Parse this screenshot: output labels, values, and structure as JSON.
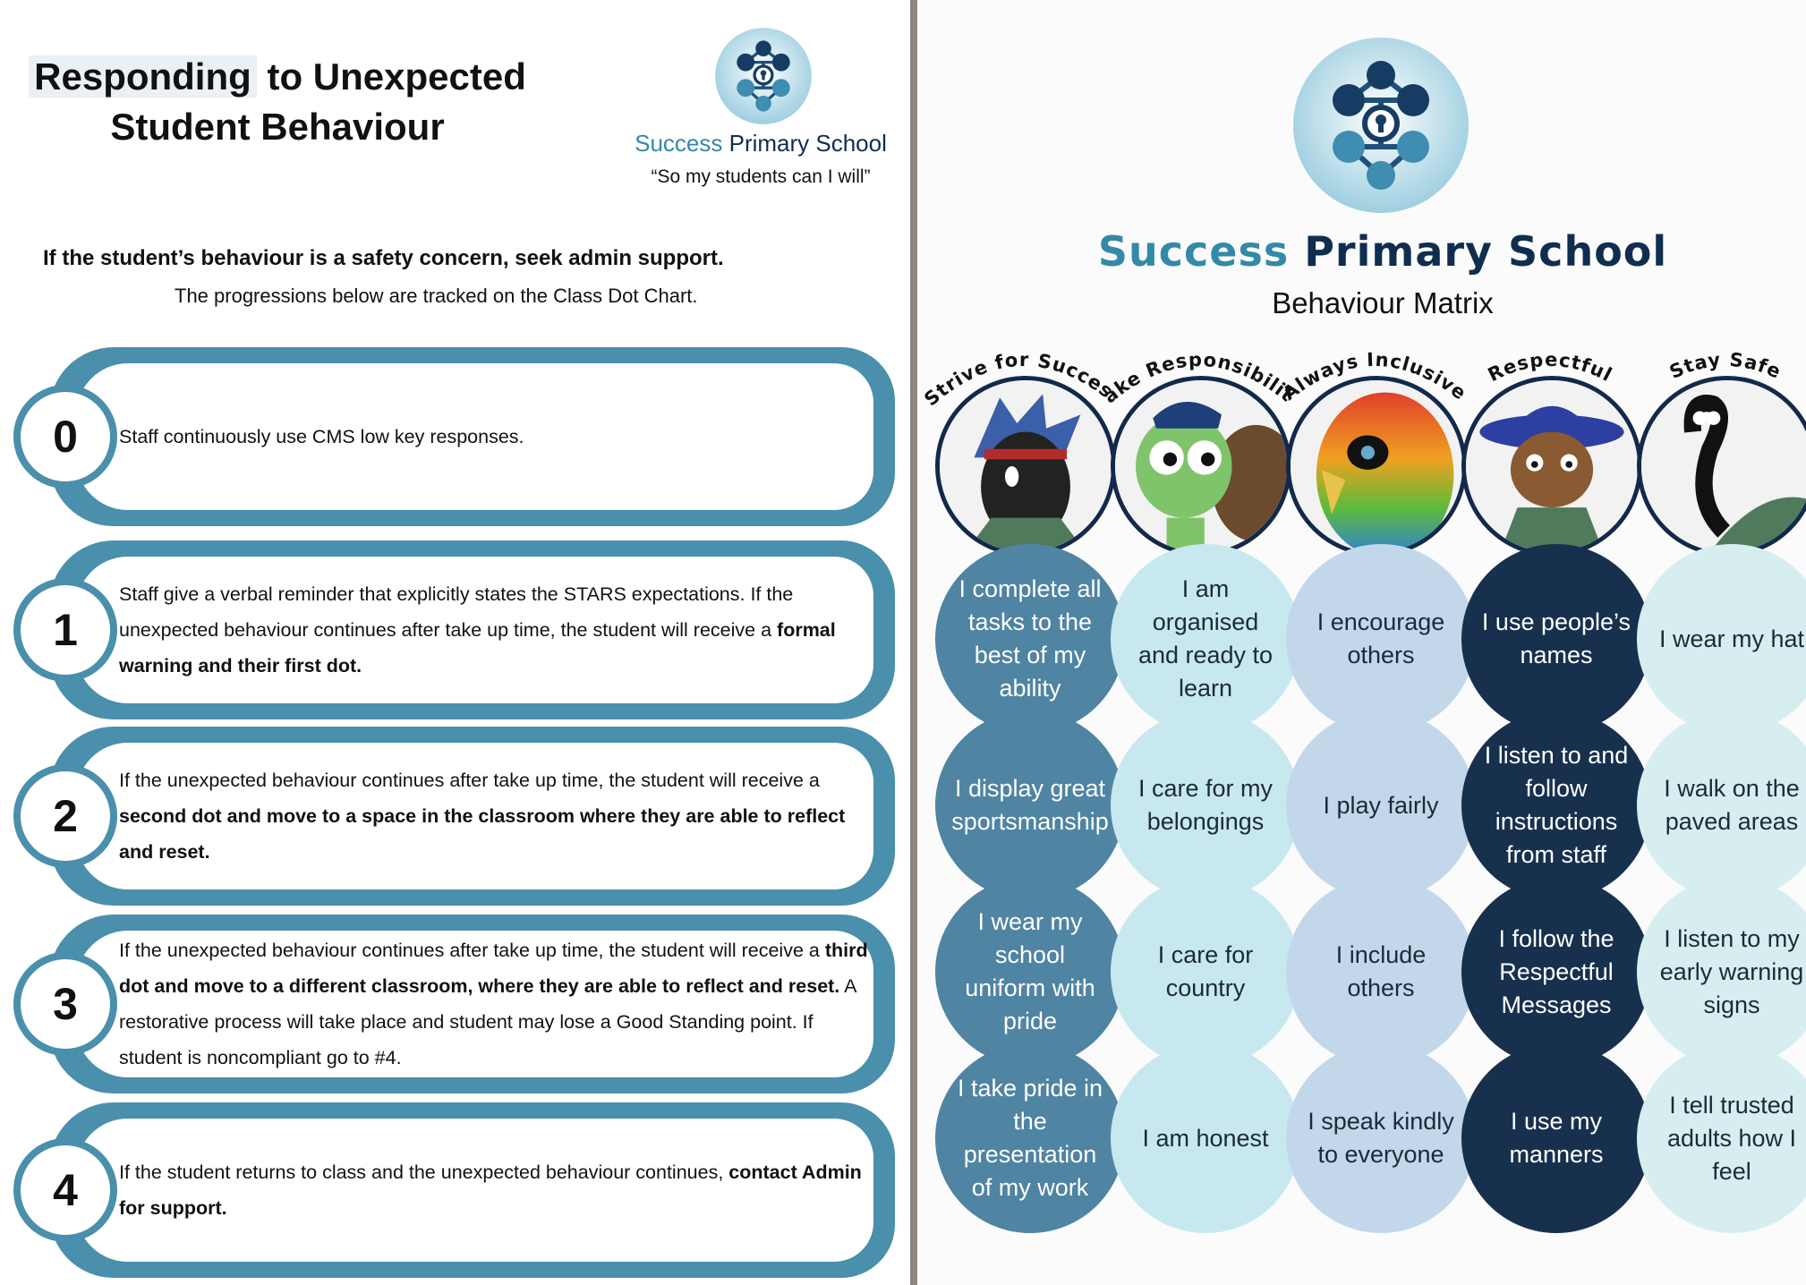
{
  "left": {
    "title_highlight": "Responding",
    "title_rest_line1": " to Unexpected",
    "title_line2": "Student Behaviour",
    "school_name_accent": "Success",
    "school_name_rest": " Primary School",
    "motto": "“So my students can I will”",
    "safety_note": "If the student’s behaviour is a safety concern, seek admin support.",
    "tracked_note": "The progressions below are tracked on the Class Dot Chart.",
    "steps": [
      {
        "number": "0",
        "text": "Staff continuously use CMS low key responses.",
        "bold": "",
        "after": ""
      },
      {
        "number": "1",
        "text": "Staff give a verbal reminder that explicitly states the STARS expectations. If the unexpected behaviour continues after take up time, the student will receive a ",
        "bold": "formal warning and their first dot.",
        "after": ""
      },
      {
        "number": "2",
        "text": "If the unexpected behaviour continues after take up time, the student will receive a ",
        "bold": "second dot and move to a space in the classroom where they are able to reflect and reset.",
        "after": ""
      },
      {
        "number": "3",
        "text": "If the unexpected behaviour continues after take up time, the student will receive a ",
        "bold": "third dot and move to a different classroom, where they are able to reflect and reset.",
        "after": " A restorative process will take place and student may lose a Good Standing point. If student is noncompliant go to #4."
      },
      {
        "number": "4",
        "text": "If the student returns to class and the unexpected behaviour continues, ",
        "bold": "contact Admin for support.",
        "after": ""
      }
    ]
  },
  "right": {
    "school_name_accent": "Success",
    "school_name_rest": " Primary School",
    "subtitle": "Behaviour Matrix",
    "columns": [
      {
        "heading": "Strive for Success",
        "mascot": "knight-mascot",
        "cells": [
          "I complete all tasks to the best of my ability",
          "I display great sportsmanship",
          "I wear my school uniform with pride",
          "I take pride in the presentation of my work"
        ]
      },
      {
        "heading": "Take Responsibility",
        "mascot": "turtle-mascot",
        "cells": [
          "I am organised and ready to learn",
          "I care for my belongings",
          "I care for country",
          "I am honest"
        ]
      },
      {
        "heading": "Always Inclusive",
        "mascot": "parrot-mascot",
        "cells": [
          "I encourage others",
          "I play fairly",
          "I include others",
          "I speak kindly to everyone"
        ]
      },
      {
        "heading": "Respectful",
        "mascot": "character-mascot",
        "cells": [
          "I use people’s names",
          "I listen to and follow instructions from staff",
          "I follow the Respectful Messages",
          "I use my manners"
        ]
      },
      {
        "heading": "Stay Safe",
        "mascot": "swan-mascot",
        "cells": [
          "I wear my hat",
          "I walk on the paved areas",
          "I listen to my early warning signs",
          "I tell trusted adults how I feel"
        ]
      }
    ]
  },
  "colors": {
    "teal_accent": "#3389a8",
    "navy": "#0f2e4f",
    "step_frame": "#4a8fab",
    "col_strive": "#4f84a2",
    "col_responsibility": "#c7e8ef",
    "col_inclusive": "#c2d8ea",
    "col_respectful": "#17304e",
    "col_safe": "#d7eef1"
  }
}
